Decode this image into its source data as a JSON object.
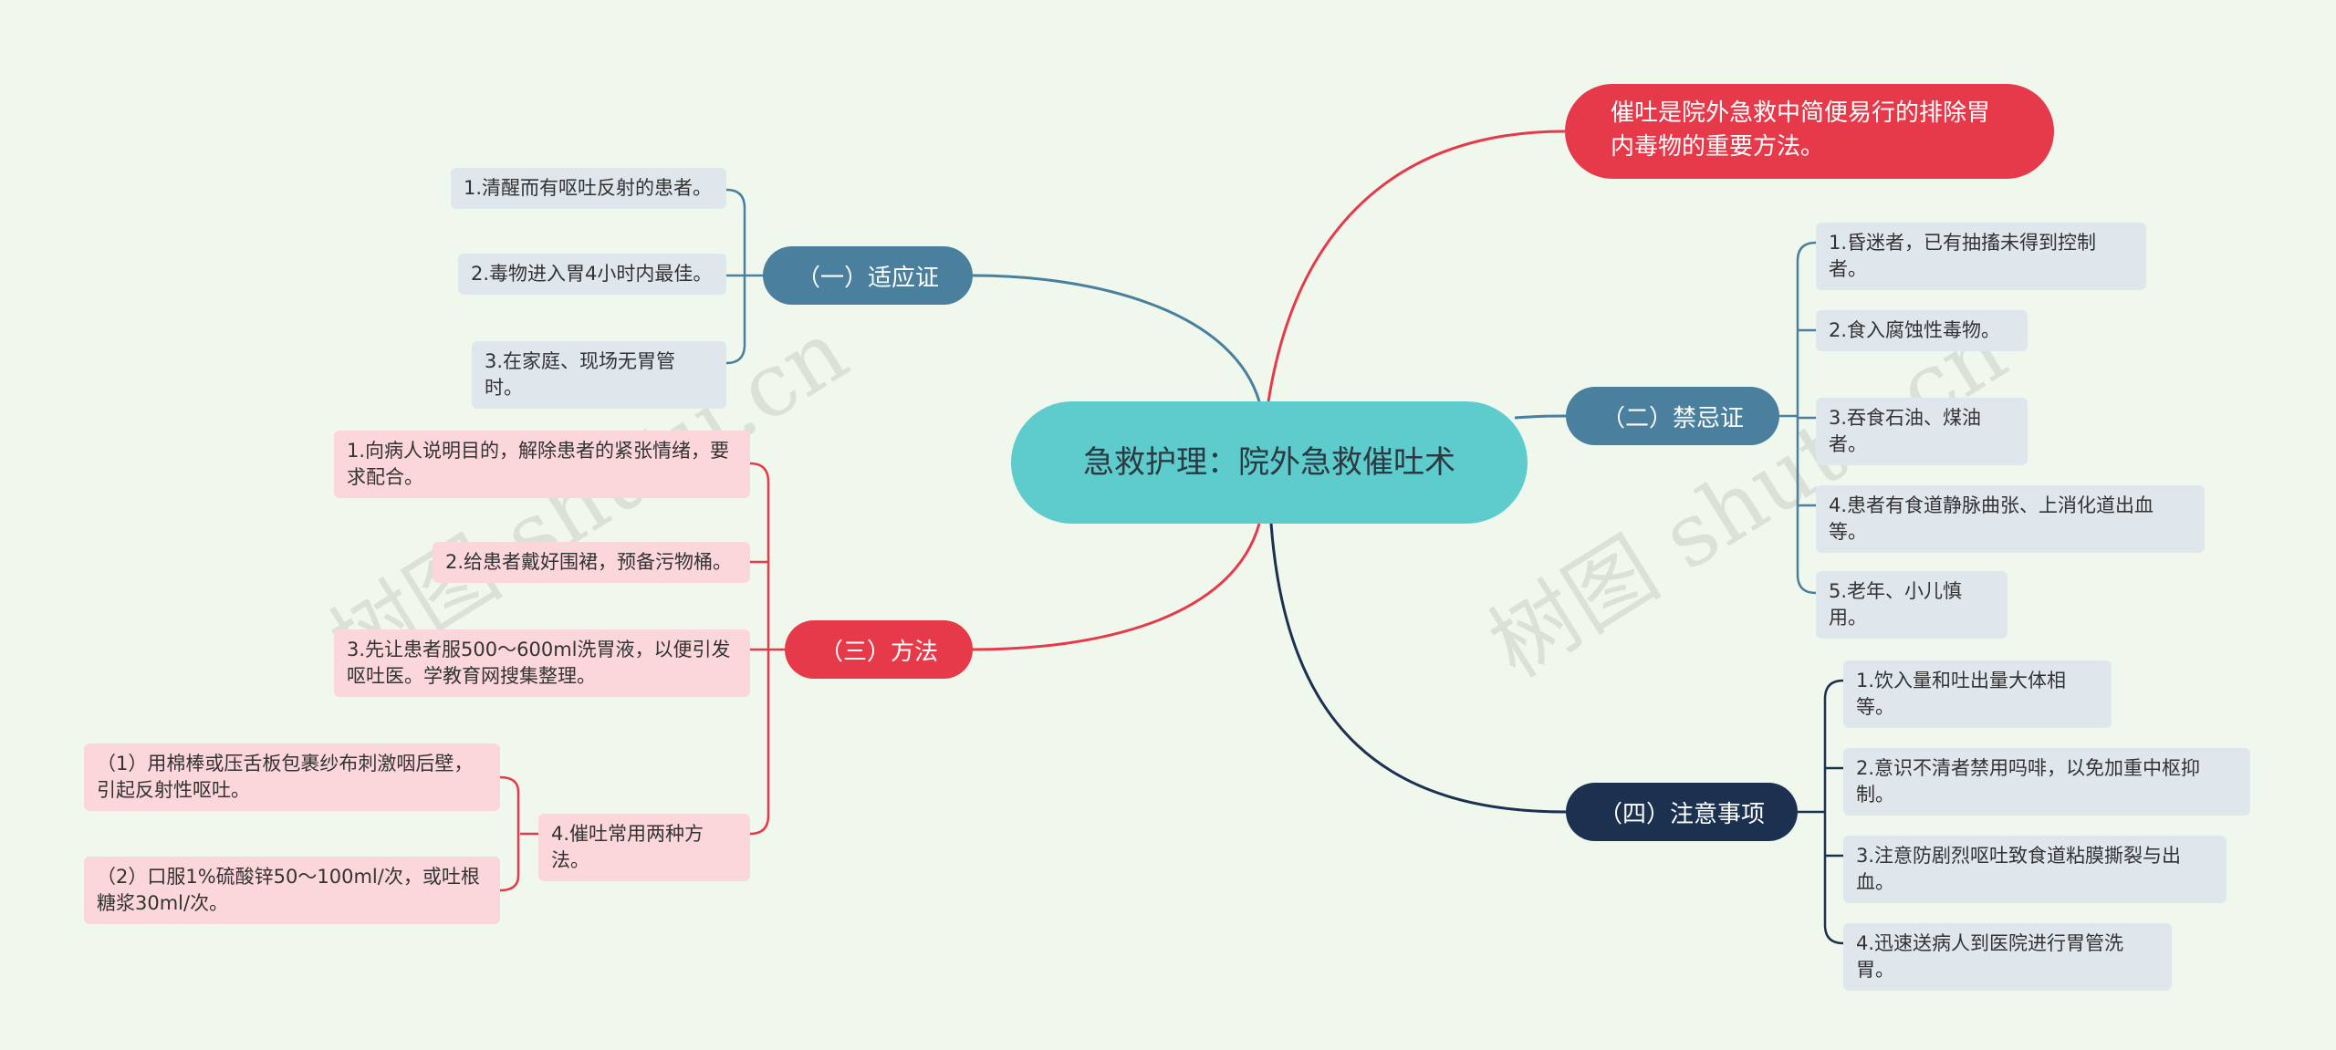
{
  "center": {
    "title": "急救护理：院外急救催吐术"
  },
  "top_note": {
    "text": "催吐是院外急救中简便易行的排除胃内毒物的重要方法。"
  },
  "branches": {
    "indications": {
      "label": "（一）适应证",
      "items": [
        "1.清醒而有呕吐反射的患者。",
        "2.毒物进入胃4小时内最佳。",
        "3.在家庭、现场无胃管时。"
      ]
    },
    "contraindications": {
      "label": "（二）禁忌证",
      "items": [
        "1.昏迷者，已有抽搐未得到控制者。",
        "2.食入腐蚀性毒物。",
        "3.吞食石油、煤油者。",
        "4.患者有食道静脉曲张、上消化道出血等。",
        "5.老年、小儿慎用。"
      ]
    },
    "methods": {
      "label": "（三）方法",
      "items": [
        "1.向病人说明目的，解除患者的紧张情绪，要求配合。",
        "2.给患者戴好围裙，预备污物桶。",
        "3.先让患者服500～600ml洗胃液，以便引发呕吐医。学教育网搜集整理。",
        "4.催吐常用两种方法。"
      ],
      "sub_items": [
        "（1）用棉棒或压舌板包裹纱布刺激咽后壁，引起反射性呕吐。",
        "（2）口服1%硫酸锌50～100ml/次，或吐根糖浆30ml/次。"
      ]
    },
    "precautions": {
      "label": "（四）注意事项",
      "items": [
        "1.饮入量和吐出量大体相等。",
        "2.意识不清者禁用吗啡，以免加重中枢抑制。",
        "3.注意防剧烈呕吐致食道粘膜撕裂与出血。",
        "4.迅速送病人到医院进行胃管洗胃。"
      ]
    }
  },
  "watermark": "树图 shutu.cn",
  "colors": {
    "blue": "#4a7f9e",
    "red": "#e63a4a",
    "navy": "#1c3150",
    "center": "#5ecbcc",
    "background": "#f0f8ee"
  }
}
